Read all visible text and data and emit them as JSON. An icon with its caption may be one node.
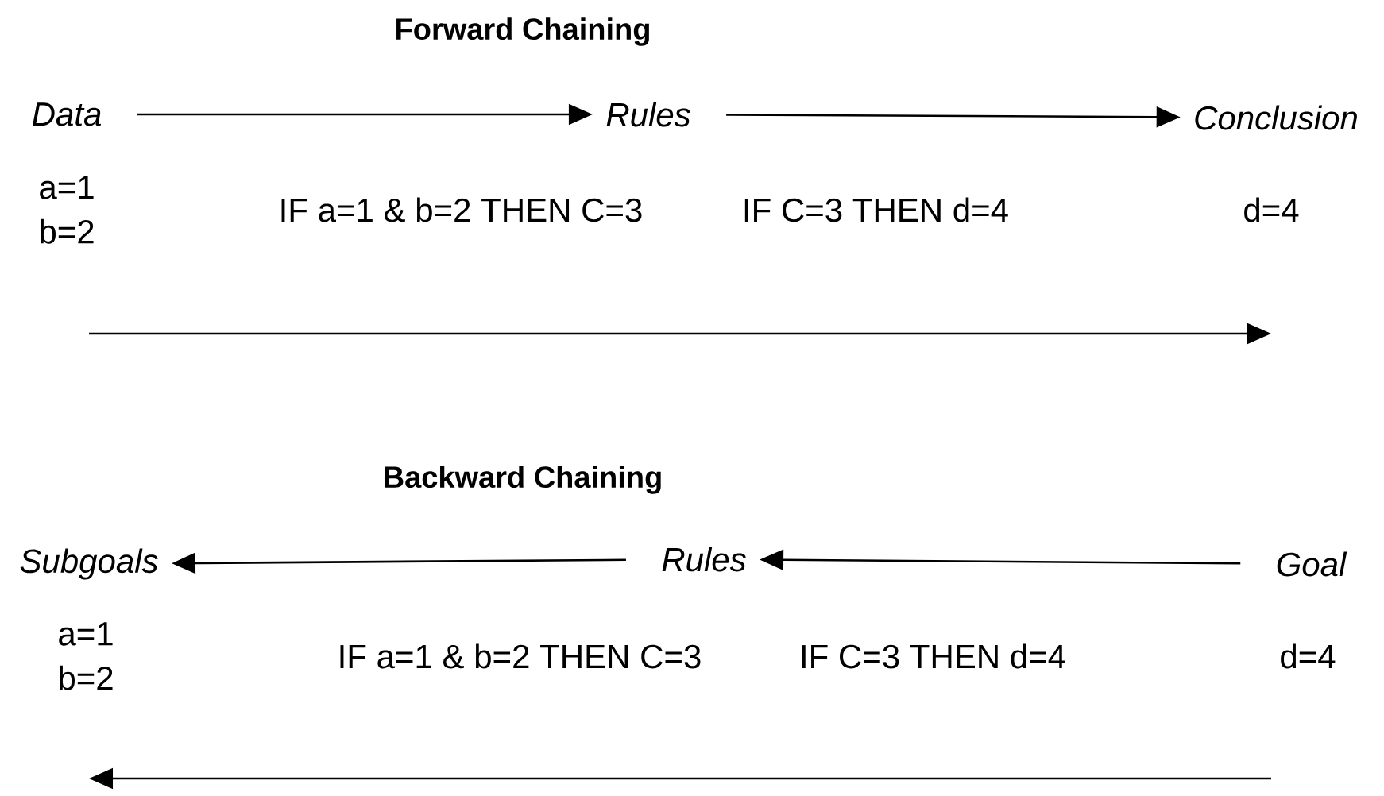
{
  "diagram": {
    "nodes": [
      {
        "text": [
          "Data"
        ]
      },
      {
        "text": [
          "Rules"
        ]
      },
      {
        "text": [
          "Conclusion"
        ]
      },
      {
        "text": [
          "Subgoals"
        ]
      },
      {
        "text": [
          "Rules"
        ]
      },
      {
        "text": [
          "Goal"
        ]
      }
    ],
    "edges": [
      {
        "from": 0,
        "to": 1,
        "arrow": "to"
      },
      {
        "from": 1,
        "to": 2,
        "arrow": "to"
      },
      {
        "from": 5,
        "to": 4,
        "arrow": "to"
      },
      {
        "from": 4,
        "to": 3,
        "arrow": "to"
      }
    ],
    "labels": [
      "Forward Chaining",
      "a=1 b=2",
      "IF a=1 & b=2 THEN C=3",
      "IF C=3 THEN d=4",
      "d=4",
      "Backward Chaining",
      "a=1 b=2",
      "IF a=1 & b=2 THEN C=3",
      "IF C=3 THEN d=4",
      "d=4"
    ]
  }
}
